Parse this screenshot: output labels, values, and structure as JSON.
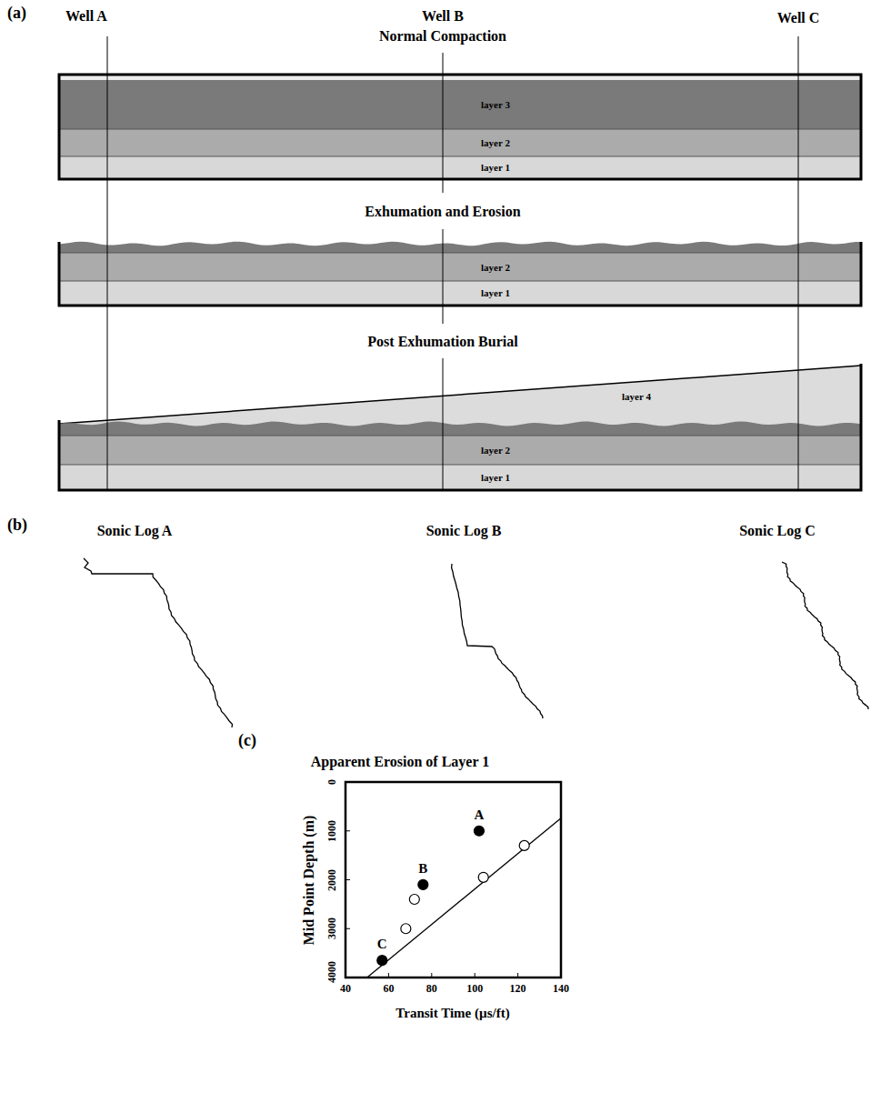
{
  "diagram": {
    "nodes": [
      {
        "text": [
          "layer 3"
        ]
      },
      {
        "text": [
          "layer 2"
        ]
      },
      {
        "text": [
          "layer 1"
        ]
      },
      {
        "text": [
          "layer 2"
        ]
      },
      {
        "text": [
          "layer 1"
        ]
      },
      {
        "text": [
          "layer 4"
        ]
      },
      {
        "text": [
          "layer 2"
        ]
      },
      {
        "text": [
          "layer 1"
        ]
      }
    ],
    "labels": [
      "(a)",
      "Well A",
      "Well B",
      "Normal Compaction",
      "Well C",
      "Exhumation and Erosion",
      "Post Exhumation Burial",
      "(b)",
      "Sonic Log A",
      "Sonic Log B",
      "Sonic Log C",
      "(c)",
      "Apparent Erosion of Layer 1",
      "Mid Point Depth (m)",
      "0",
      "1000",
      "2000",
      "3000",
      "4000",
      "40",
      "60",
      "80",
      "100",
      "120",
      "140",
      "Transit Time (µs/ft)",
      "A",
      "B",
      "C"
    ]
  }
}
